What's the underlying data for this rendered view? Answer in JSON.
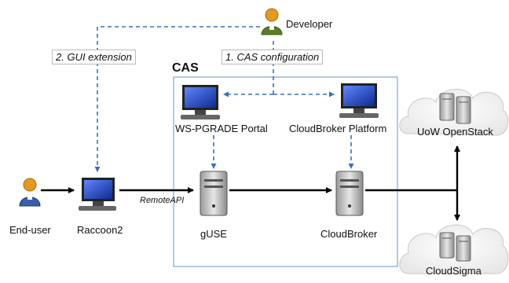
{
  "nodes": {
    "developer": "Developer",
    "end_user": "End-user",
    "raccoon": "Raccoon2",
    "ws_pgrade": "WS-PGRADE Portal",
    "cloudbroker_platform": "CloudBroker Platform",
    "guse": "gUSE",
    "cloudbroker": "CloudBroker",
    "uow_openstack": "UoW OpenStack",
    "cloudsigma": "CloudSigma"
  },
  "cas": {
    "title": "CAS"
  },
  "steps": {
    "gui_extension": "2. GUI extension",
    "cas_configuration": "1. CAS configuration"
  },
  "edges": {
    "remote_api": "RemoteAPI"
  },
  "colors": {
    "dashed": "#3a6fc0",
    "cas_border": "#7fa8cc",
    "solid": "#000000",
    "person": "#e49a22",
    "monitor": "#1a3fb5"
  }
}
